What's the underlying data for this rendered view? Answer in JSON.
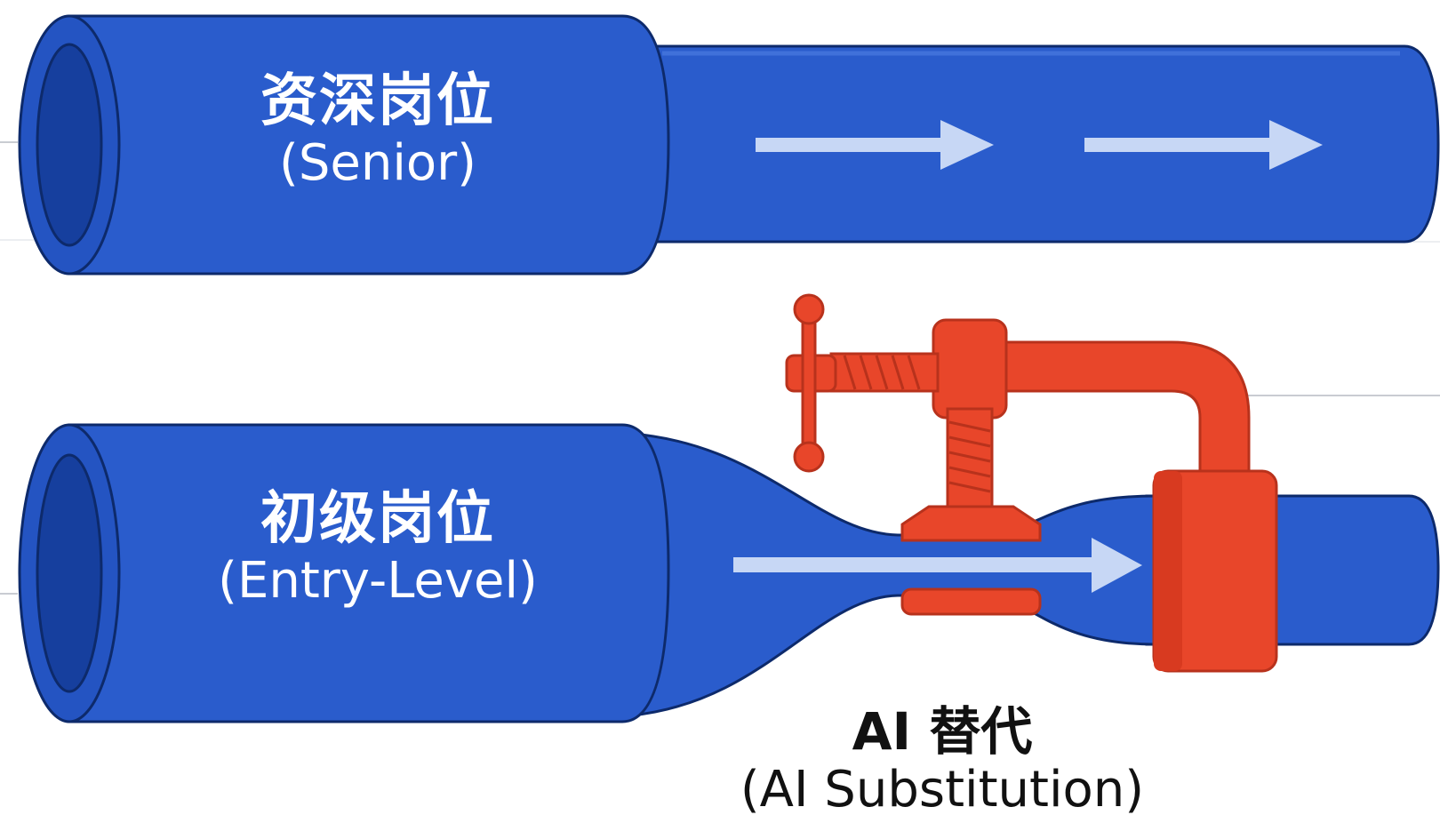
{
  "senior_pipe": {
    "label_cn": "资深岗位",
    "label_en": "(Senior)"
  },
  "entry_pipe": {
    "label_cn": "初级岗位",
    "label_en": "(Entry-Level)"
  },
  "clamp": {
    "label_cn": "AI 替代",
    "label_en": "(AI Substitution)"
  },
  "colors": {
    "pipe": "#2a5ccc",
    "pipe_dark": "#163f9e",
    "outline": "#0d2a6b",
    "arrow": "#c7d7f5",
    "clamp": "#e8462a",
    "clamp_dark": "#b8321c"
  }
}
